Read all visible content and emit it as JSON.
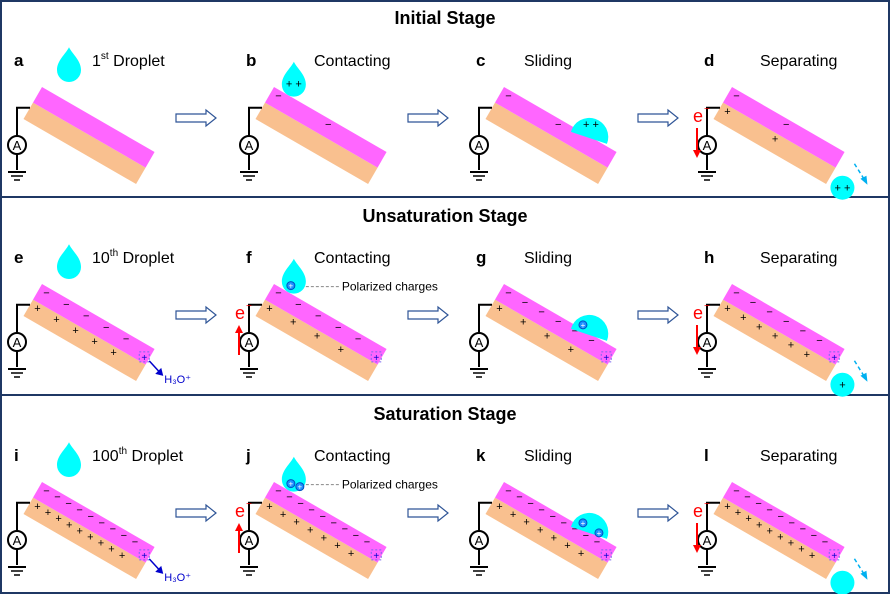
{
  "colors": {
    "frame": "#1f3864",
    "dielectric": "#ff66ff",
    "substrate": "#f9c08f",
    "droplet": "#00ffff",
    "electron": "#ff0000",
    "ion": "#0000cc",
    "arrow_outline": "#2f5597",
    "fall_arrow": "#00b0f0"
  },
  "stages": [
    {
      "title": "Initial Stage",
      "panels": [
        {
          "letter": "a",
          "label": "Droplet",
          "ordinal": "1",
          "ordinal_suffix": "st",
          "kind": "drop",
          "surface_minus": 0,
          "substrate_plus": 0,
          "electron": "none"
        },
        {
          "letter": "b",
          "label": "Contacting",
          "kind": "contact",
          "drop_charges": "+ +",
          "surface_minus": 2,
          "substrate_plus": 0,
          "electron": "none"
        },
        {
          "letter": "c",
          "label": "Sliding",
          "kind": "slide",
          "surface_minus": 2,
          "substrate_plus": 0,
          "electron": "none"
        },
        {
          "letter": "d",
          "label": "Separating",
          "kind": "separate",
          "surface_minus": 2,
          "substrate_plus": 2,
          "electron": "down"
        }
      ]
    },
    {
      "title": "Unsaturation Stage",
      "panels": [
        {
          "letter": "e",
          "label": "Droplet",
          "ordinal": "10",
          "ordinal_suffix": "th",
          "kind": "drop",
          "surface_minus": 5,
          "substrate_plus": 5,
          "electron": "none",
          "ion_label": "H₃O⁺"
        },
        {
          "letter": "f",
          "label": "Contacting",
          "kind": "contact",
          "annotation": "Polarized charges",
          "surface_minus": 5,
          "substrate_plus": 4,
          "electron": "up"
        },
        {
          "letter": "g",
          "label": "Sliding",
          "kind": "slide",
          "surface_minus": 6,
          "substrate_plus": 4,
          "electron": "none"
        },
        {
          "letter": "h",
          "label": "Separating",
          "kind": "separate",
          "surface_minus": 6,
          "substrate_plus": 6,
          "electron": "down"
        }
      ]
    },
    {
      "title": "Saturation Stage",
      "panels": [
        {
          "letter": "i",
          "label": "Droplet",
          "ordinal": "100",
          "ordinal_suffix": "th",
          "kind": "drop",
          "surface_minus": 9,
          "substrate_plus": 9,
          "electron": "none",
          "ion_label": "H₃O⁺"
        },
        {
          "letter": "j",
          "label": "Contacting",
          "kind": "contact",
          "annotation": "Polarized charges",
          "surface_minus": 9,
          "substrate_plus": 7,
          "electron": "up"
        },
        {
          "letter": "k",
          "label": "Sliding",
          "kind": "slide",
          "surface_minus": 9,
          "substrate_plus": 7,
          "electron": "none"
        },
        {
          "letter": "l",
          "label": "Separating",
          "kind": "separate",
          "surface_minus": 9,
          "substrate_plus": 9,
          "electron": "down"
        }
      ]
    }
  ],
  "symbols": {
    "ammeter": "A",
    "electron": "e",
    "electron_sup": "−",
    "plus": "+",
    "minus": "−"
  }
}
